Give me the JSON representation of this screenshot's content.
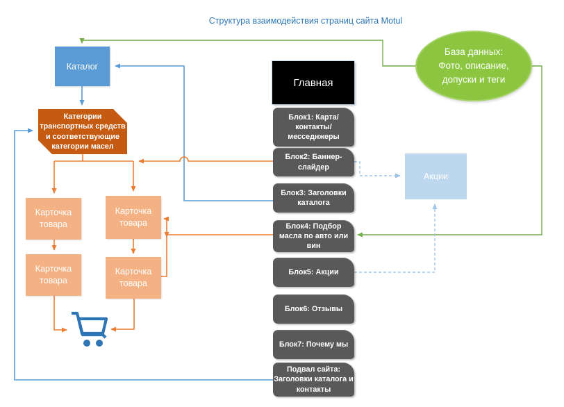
{
  "title": "Структура взаимодействия страниц сайта Motul",
  "diagram": {
    "katalog": {
      "label": "Каталог"
    },
    "categories": {
      "label": "Категории\nтранспортных средств\nи соответствующие\nкатегории масел"
    },
    "glavnaya": {
      "label": "Главная"
    },
    "database": {
      "label": "База данных:\nФото, описание,\nдопуски и теги"
    },
    "akcii": {
      "label": "Акции"
    },
    "blocks": [
      {
        "label": "Блок1: Карта/\nконтакты/\nмесседнжеры"
      },
      {
        "label": "Блок2: Баннер-\nслайдер"
      },
      {
        "label": "Блок3: Заголовки\nкаталога"
      },
      {
        "label": "Блок4: Подбор\nмасла по авто или\nвин"
      },
      {
        "label": "Блок5: Акции"
      },
      {
        "label": "Блок6: Отзывы"
      },
      {
        "label": "Блок7: Почему мы"
      },
      {
        "label": "Подвал сайта:\nЗаголовки каталога и\nконтакты"
      }
    ],
    "cards": [
      {
        "label": "Карточка\nтовара"
      },
      {
        "label": "Карточка\nтовара"
      },
      {
        "label": "Карточка\nтовара"
      },
      {
        "label": "Карточка\nтовара"
      }
    ],
    "icons": {
      "cart": "shopping-cart-icon"
    }
  },
  "colors": {
    "title_blue": "#2E75B6",
    "box_blue": "#5B9BD5",
    "orange_dark": "#C55A11",
    "orange_light": "#F4B183",
    "orange_line": "#ED7D31",
    "gray_block": "#595959",
    "green_fill": "#8CC540",
    "green_line": "#70AD47",
    "light_blue": "#BDD7EE",
    "dash_blue": "#9DC3E6",
    "cart_blue": "#2E75B6",
    "black": "#000000"
  }
}
